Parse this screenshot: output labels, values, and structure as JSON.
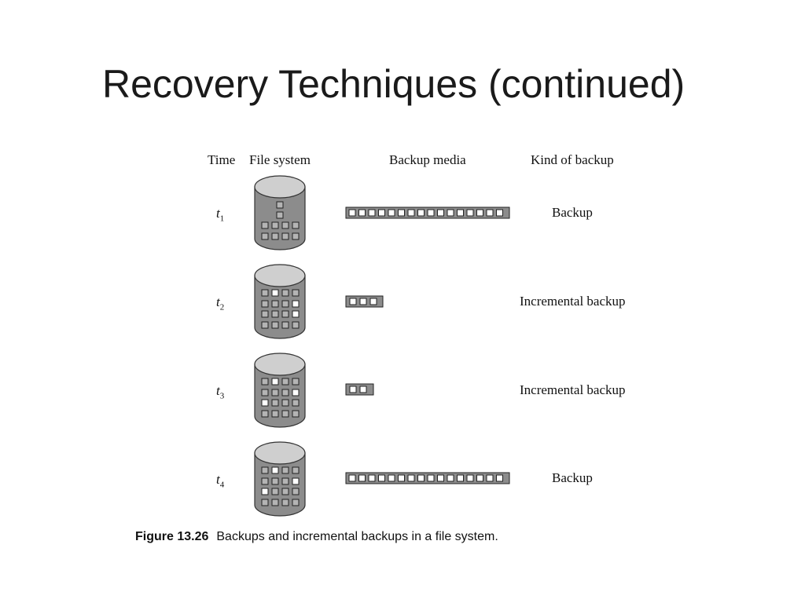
{
  "slide": {
    "title": "Recovery Techniques (continued)"
  },
  "figure": {
    "headers": {
      "time": "Time",
      "file_system": "File system",
      "backup_media": "Backup media",
      "kind": "Kind of backup"
    },
    "rows": [
      {
        "t": "t",
        "sub": "1",
        "kind": "Backup"
      },
      {
        "t": "t",
        "sub": "2",
        "kind": "Incremental backup"
      },
      {
        "t": "t",
        "sub": "3",
        "kind": "Incremental backup"
      },
      {
        "t": "t",
        "sub": "4",
        "kind": "Backup"
      }
    ],
    "caption_label": "Figure 13.26",
    "caption_text": "Backups and incremental backups in a file system."
  }
}
